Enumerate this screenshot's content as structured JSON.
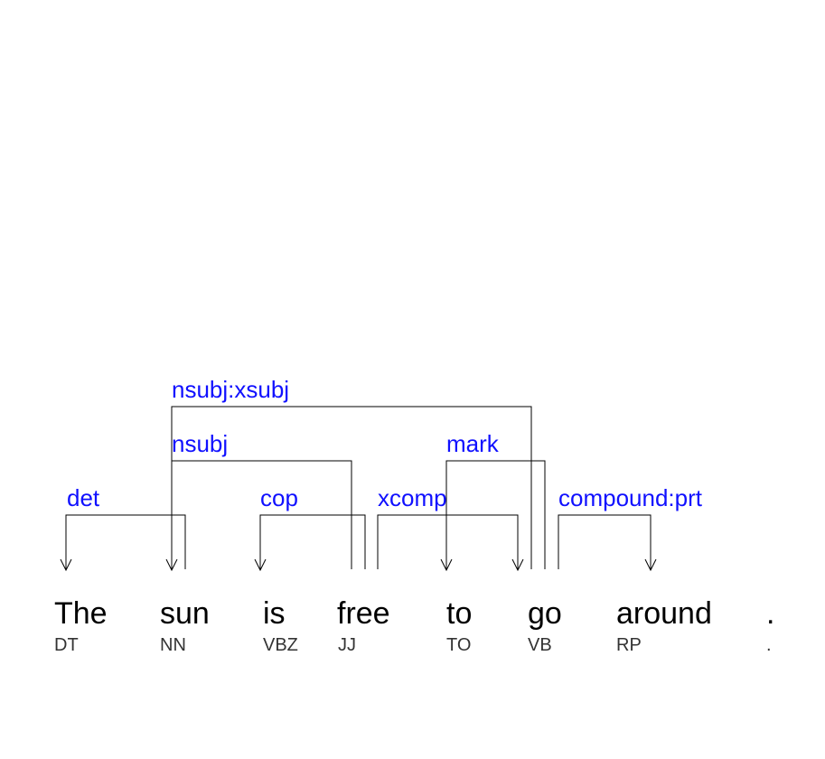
{
  "tokens": [
    {
      "word": "The",
      "tag": "DT"
    },
    {
      "word": "sun",
      "tag": "NN"
    },
    {
      "word": "is",
      "tag": "VBZ"
    },
    {
      "word": "free",
      "tag": "JJ"
    },
    {
      "word": "to",
      "tag": "TO"
    },
    {
      "word": "go",
      "tag": "VB"
    },
    {
      "word": "around",
      "tag": "RP"
    },
    {
      "word": ".",
      "tag": "."
    }
  ],
  "dependencies": [
    {
      "label": "det",
      "head": 1,
      "dependent": 0
    },
    {
      "label": "cop",
      "head": 3,
      "dependent": 2
    },
    {
      "label": "xcomp",
      "head": 3,
      "dependent": 5
    },
    {
      "label": "compound:prt",
      "head": 5,
      "dependent": 6
    },
    {
      "label": "nsubj",
      "head": 3,
      "dependent": 1
    },
    {
      "label": "mark",
      "head": 5,
      "dependent": 4
    },
    {
      "label": "nsubj:xsubj",
      "head": 5,
      "dependent": 1
    }
  ],
  "colors": {
    "word": "#000000",
    "tag": "#333333",
    "label": "#1010ff",
    "arc": "#000000"
  }
}
